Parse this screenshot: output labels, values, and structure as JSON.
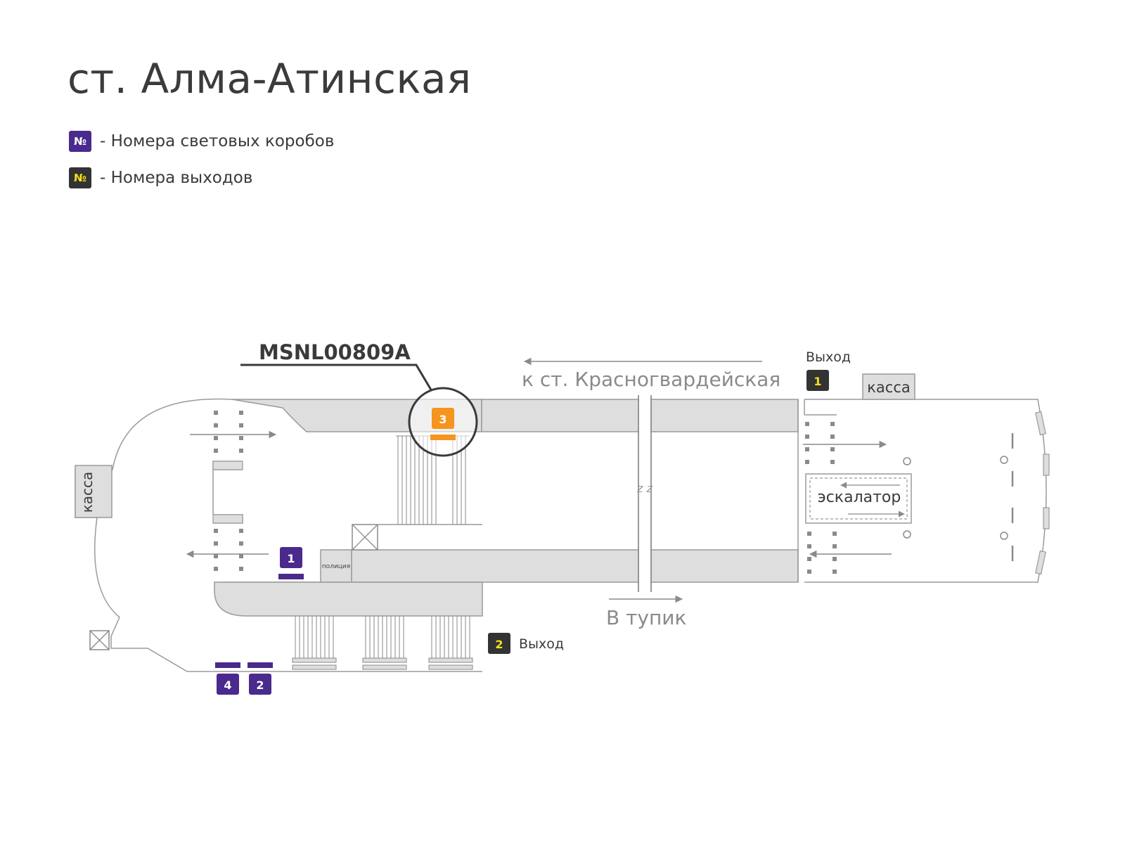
{
  "title": "ст. Алма-Атинская",
  "legend": [
    {
      "symbol": "№",
      "text": "- Номера световых коробов",
      "color": "#4a2a8c",
      "symbol_color": "#ffffff"
    },
    {
      "symbol": "№",
      "text": "- Номера выходов",
      "color": "#333333",
      "symbol_color": "#f5e21a"
    }
  ],
  "colors": {
    "lightbox": "#4a2a8c",
    "highlight": "#f5941e",
    "exit_badge": "#333333",
    "exit_number": "#f5e21a",
    "corridor": "#dedede",
    "line": "#8a8a8a",
    "callout": "#3a3a3a"
  },
  "map": {
    "callout_code": "MSNL00809A",
    "direction_top": "к ст. Красногвардейская",
    "direction_bottom": "В тупик",
    "exit_word": "Выход",
    "exits": [
      {
        "number": "1",
        "label": "Выход"
      },
      {
        "number": "2",
        "label": "Выход"
      }
    ],
    "kassa": "касса",
    "escalator": "эскалатор",
    "police": "полиция",
    "break_mark": "z z",
    "lightboxes": [
      {
        "number": "1"
      },
      {
        "number": "2"
      },
      {
        "number": "3",
        "highlighted": true
      },
      {
        "number": "4"
      }
    ]
  }
}
